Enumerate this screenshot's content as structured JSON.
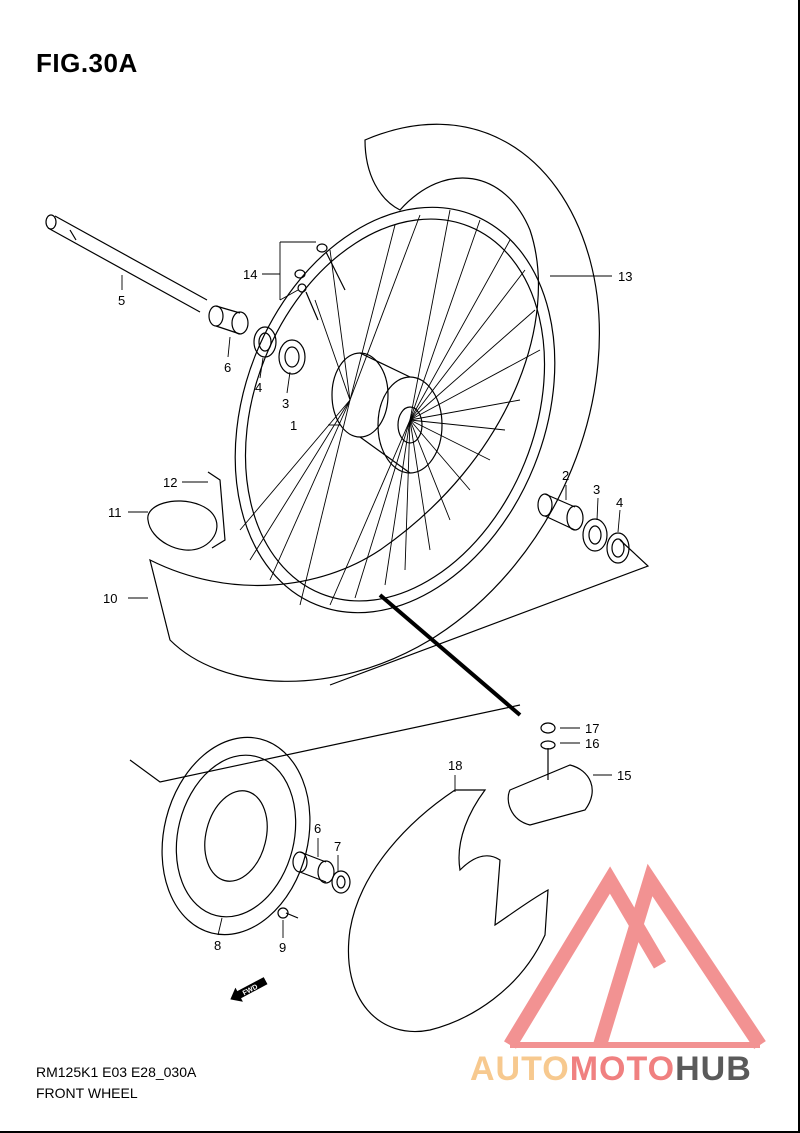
{
  "figure": {
    "title": "FIG.30A",
    "code": "RM125K1 E03 E28_030A",
    "name": "FRONT WHEEL"
  },
  "callouts": [
    "1",
    "2",
    "3",
    "3",
    "4",
    "4",
    "5",
    "6",
    "6",
    "7",
    "8",
    "9",
    "10",
    "11",
    "12",
    "13",
    "14",
    "15",
    "16",
    "17",
    "18"
  ],
  "fwd_label": "FWD",
  "logo": {
    "part1": "AUTO",
    "part2": "MOTO",
    "part3": "HUB",
    "colors": {
      "auto": "#f7c98f",
      "moto": "#f08080",
      "hub": "#5a5a5a",
      "mark": "#f08080"
    }
  }
}
